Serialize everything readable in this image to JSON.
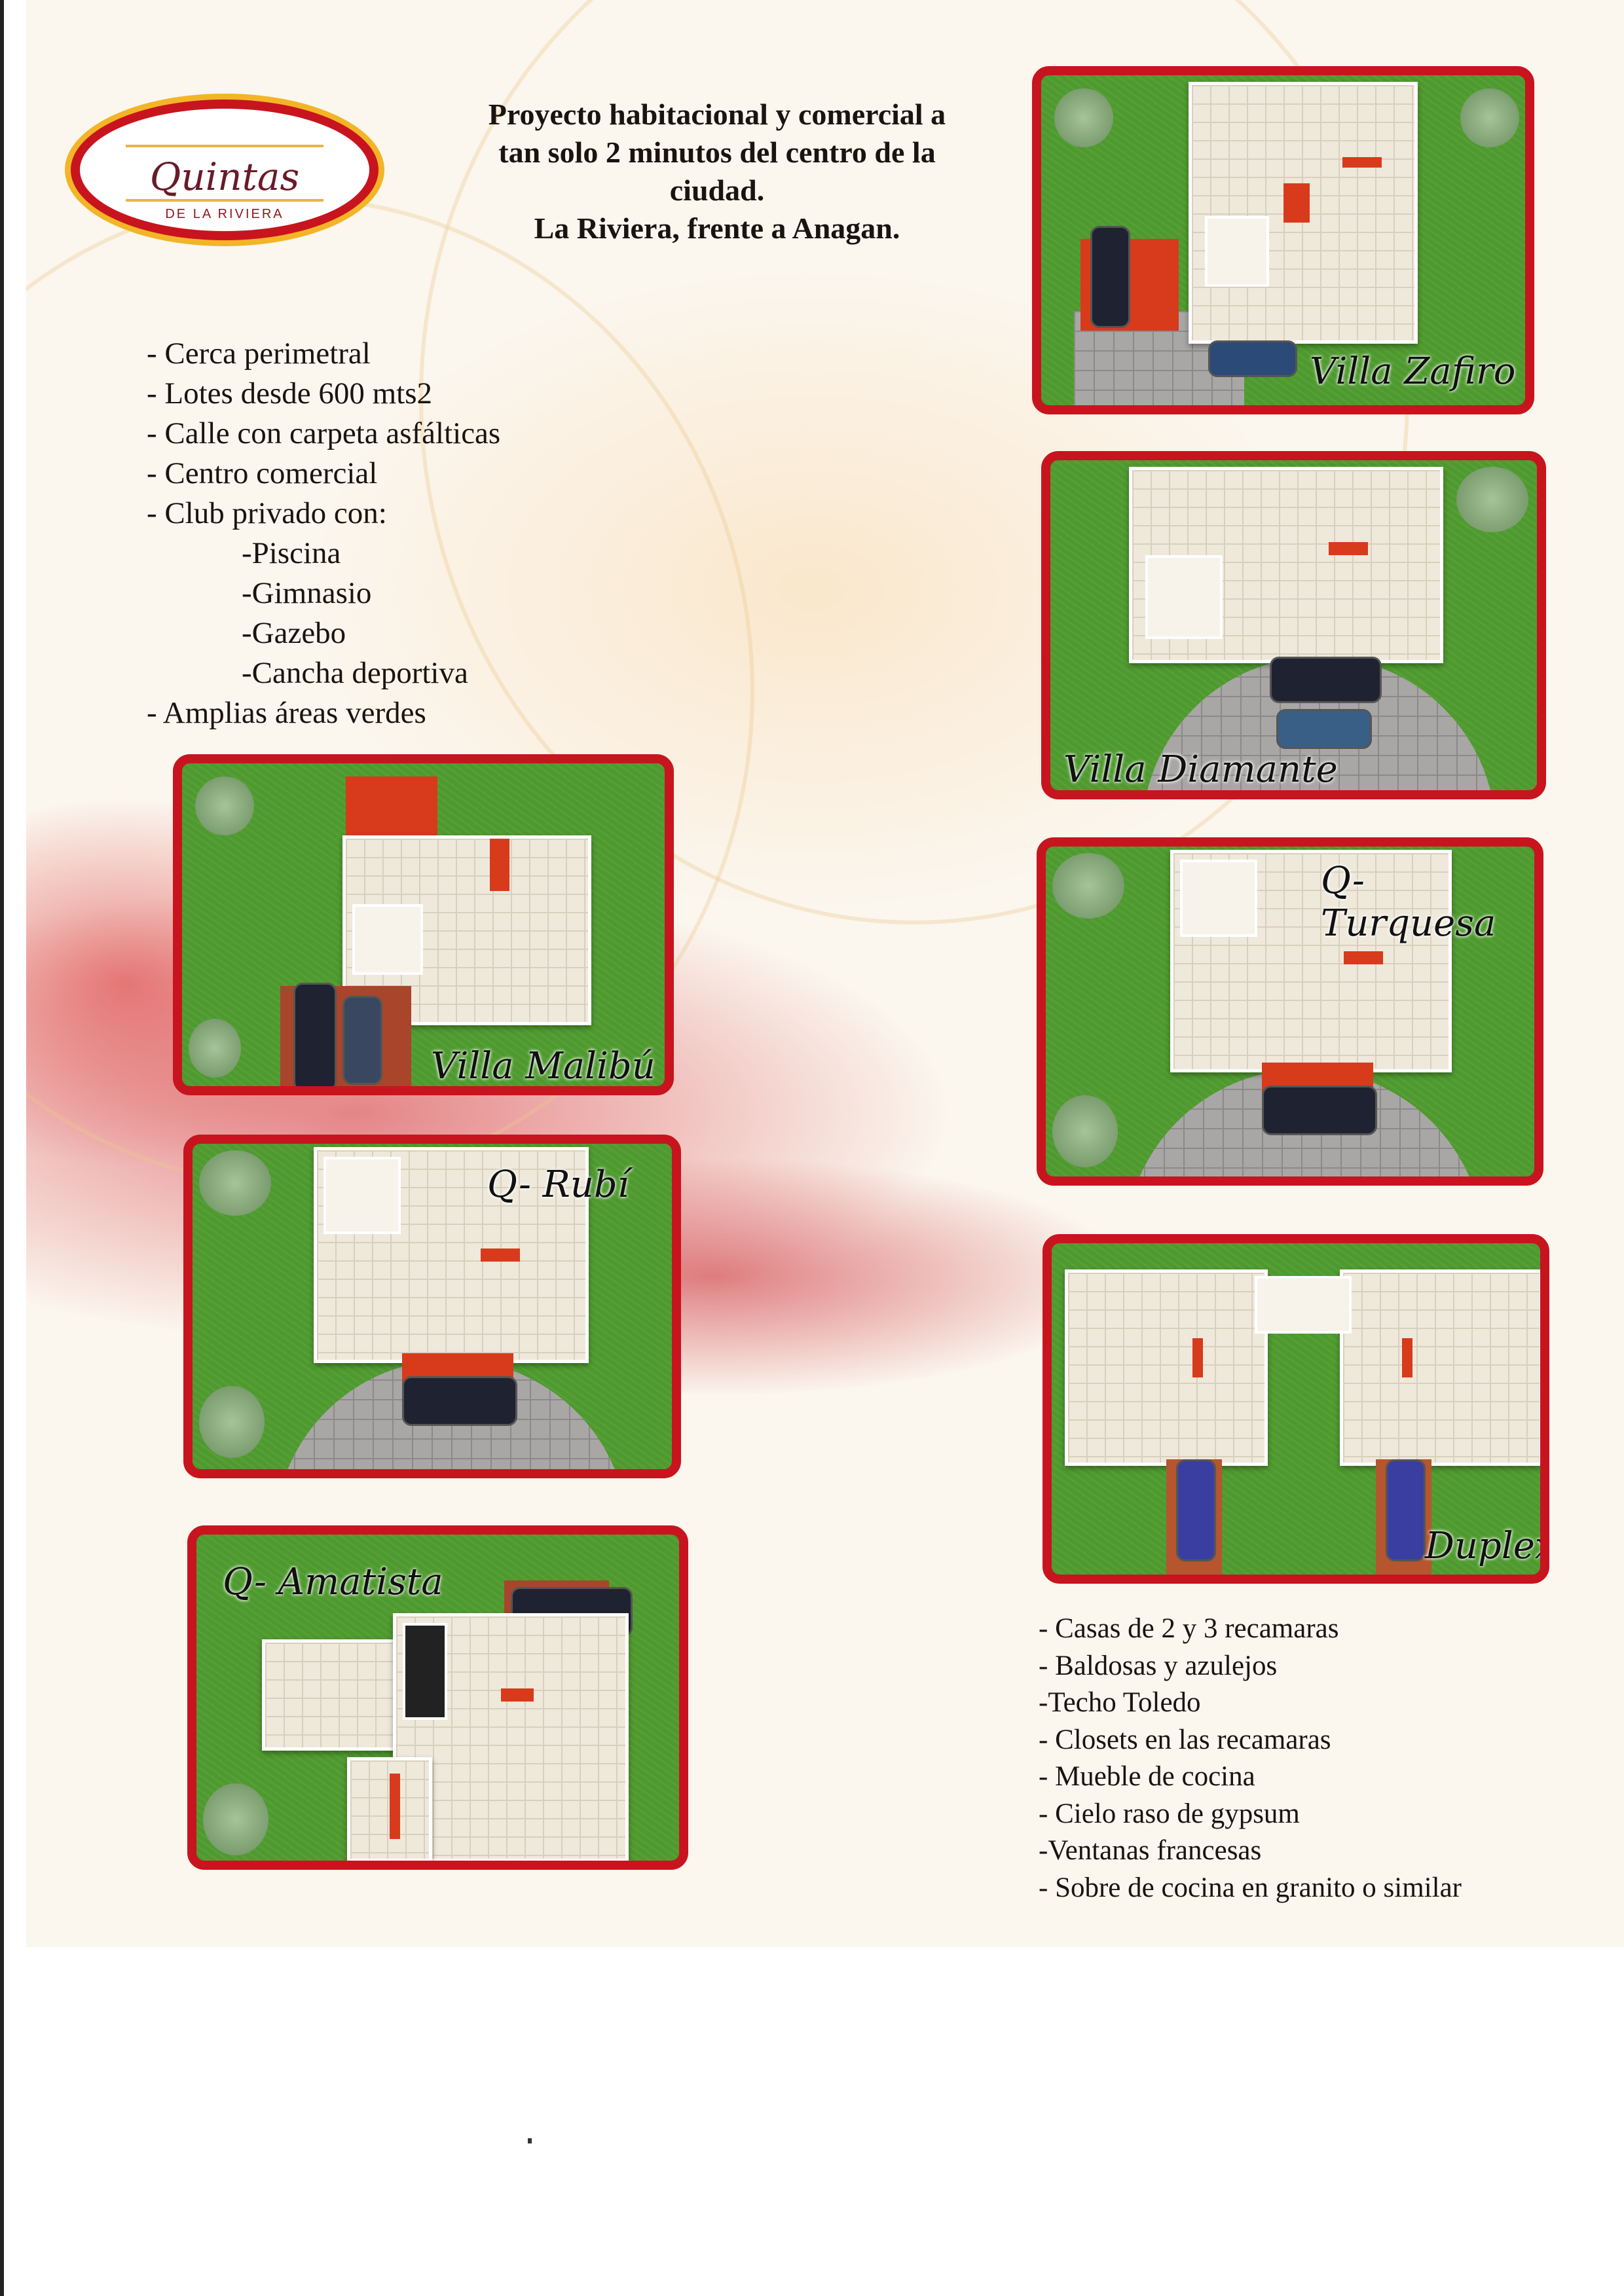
{
  "logo": {
    "name": "Quintas",
    "subtitle": "DE LA RIVIERA"
  },
  "heading": {
    "lines": [
      "Proyecto habitacional y comercial a",
      "tan solo 2 minutos del centro de la",
      "ciudad.",
      "La Riviera, frente a Anagan."
    ]
  },
  "features": [
    "- Cerca perimetral",
    "- Lotes desde 600 mts2",
    "- Calle con carpeta asfálticas",
    "- Centro comercial",
    "- Club privado con:",
    "-Piscina",
    "-Gimnasio",
    "-Gazebo",
    "-Cancha deportiva",
    "- Amplias áreas verdes"
  ],
  "amenities": [
    "- Casas de 2 y 3 recamaras",
    "- Baldosas y azulejos",
    "-Techo Toledo",
    "- Closets en las recamaras",
    "- Mueble de cocina",
    "- Cielo raso de gypsum",
    "-Ventanas francesas",
    "- Sobre de cocina en granito o similar"
  ],
  "models": {
    "zafiro": "Villa Zafiro",
    "diamante": "Villa Diamante",
    "turquesa": "Q- Turquesa",
    "duplex": "Duplex",
    "malibu": "Villa Malibú",
    "rubi": "Q- Rubí",
    "amatista": "Q- Amatista"
  },
  "colors": {
    "frame": "#c8141e",
    "lawn": "#4e9a2e",
    "gold": "#f2b526"
  }
}
